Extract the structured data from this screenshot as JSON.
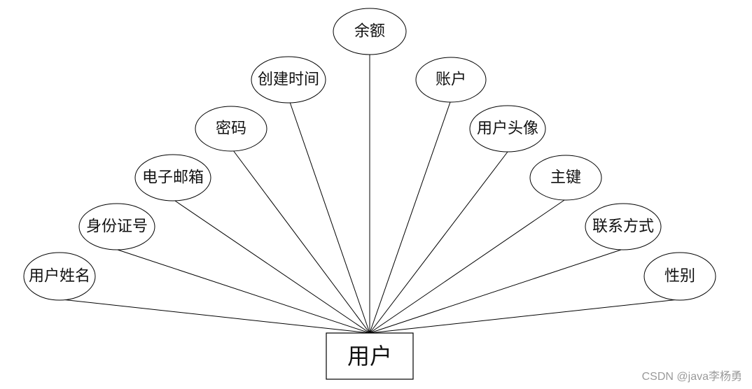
{
  "entity": {
    "label": "用户"
  },
  "attributes": [
    {
      "id": "balance",
      "label": "余额"
    },
    {
      "id": "created-time",
      "label": "创建时间"
    },
    {
      "id": "account",
      "label": "账户"
    },
    {
      "id": "password",
      "label": "密码"
    },
    {
      "id": "avatar",
      "label": "用户头像"
    },
    {
      "id": "email",
      "label": "电子邮箱"
    },
    {
      "id": "primary-key",
      "label": "主键"
    },
    {
      "id": "id-number",
      "label": "身份证号"
    },
    {
      "id": "contact",
      "label": "联系方式"
    },
    {
      "id": "user-name",
      "label": "用户姓名"
    },
    {
      "id": "gender",
      "label": "性别"
    }
  ],
  "watermark": "CSDN @java李杨勇"
}
